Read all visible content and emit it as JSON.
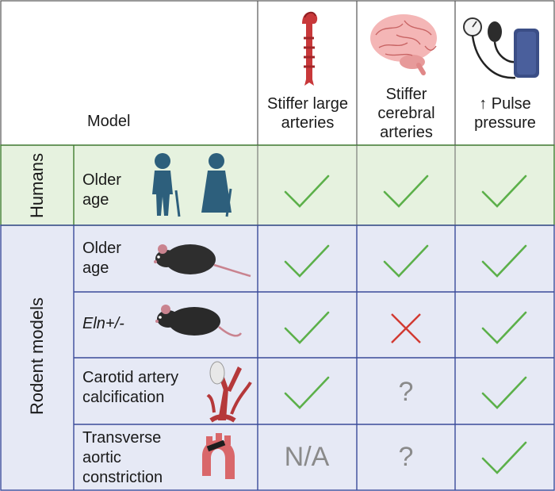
{
  "header": {
    "model_label": "Model",
    "columns": [
      {
        "label": "Stiffer large\narteries",
        "icon": "aorta-icon"
      },
      {
        "label": "Stiffer\ncerebral\narteries",
        "icon": "brain-icon"
      },
      {
        "label": "↑ Pulse\npressure",
        "icon": "sphygmomanometer-icon"
      }
    ]
  },
  "groups": [
    {
      "label": "Humans",
      "bg": "#e6f2df"
    },
    {
      "label": "Rodent models",
      "bg": "#e6e9f5"
    }
  ],
  "rows": [
    {
      "label": "Older\nage",
      "italic": false,
      "icon": "elderly-couple-icon",
      "marks": [
        "check",
        "check",
        "check"
      ]
    },
    {
      "label": "Older\nage",
      "italic": false,
      "icon": "old-mouse-icon",
      "marks": [
        "check",
        "check",
        "check"
      ]
    },
    {
      "label": "Eln+/-",
      "italic": true,
      "icon": "mouse-icon",
      "marks": [
        "check",
        "cross",
        "check"
      ]
    },
    {
      "label": "Carotid artery\ncalcification",
      "italic": false,
      "icon": "carotid-calcification-icon",
      "marks": [
        "check",
        "?",
        "check"
      ]
    },
    {
      "label": "Transverse\naortic\nconstriction",
      "italic": false,
      "icon": "aortic-arch-band-icon",
      "marks": [
        "N/A",
        "?",
        "check"
      ]
    }
  ],
  "colors": {
    "check": "#5cb04a",
    "cross": "#d23a32",
    "muted_text": "#8a8a8a",
    "human_border": "#3f7d2f",
    "rodent_border": "#3a4a9a",
    "grid": "#555555"
  }
}
